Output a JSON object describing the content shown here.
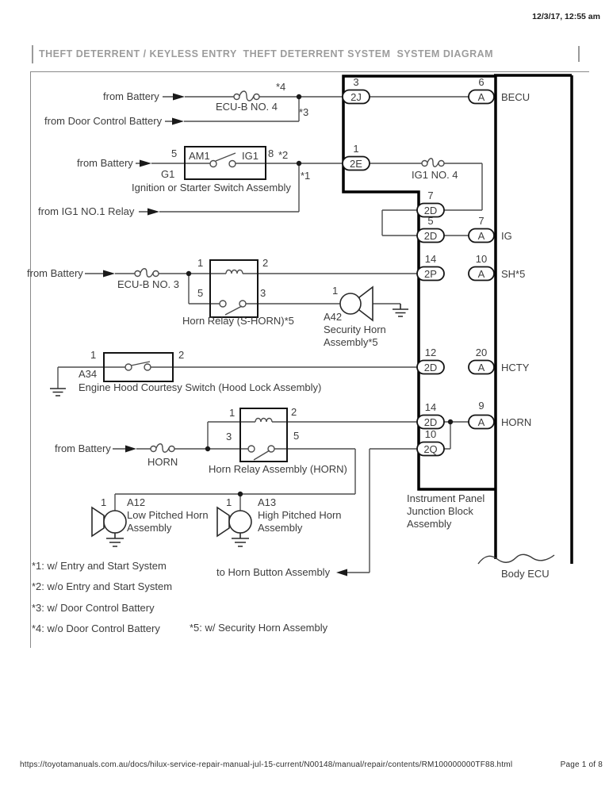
{
  "page": {
    "timestamp": "12/3/17, 12:55 am",
    "header_title": "THEFT DETERRENT / KEYLESS ENTRY  THEFT DETERRENT SYSTEM  SYSTEM DIAGRAM",
    "footer": {
      "url": "https://toyotamanuals.com.au/docs/hilux-service-repair-manual-jul-15-current/N00148/manual/repair/contents/RM100000000TF88.html",
      "page_number": "Page 1 of 8"
    }
  },
  "diagram": {
    "sources": {
      "battery_top": "from Battery",
      "door_control_battery": "from Door Control Battery",
      "battery_ignition": "from Battery",
      "ig1_no1_relay": "from IG1 NO.1 Relay",
      "battery_s_horn": "from Battery",
      "battery_horn": "from Battery"
    },
    "fuses": {
      "ecu_b_no4": "ECU-B NO. 4",
      "ig1_no4": "IG1 NO. 4",
      "ecu_b_no3": "ECU-B NO. 3",
      "horn": "HORN"
    },
    "star_notes": {
      "s1": "*1",
      "s2": "*2",
      "s3": "*3",
      "s4": "*4"
    },
    "ignition_switch": {
      "pin5": "5",
      "pin8": "8",
      "am1": "AM1",
      "ig1": "IG1",
      "g1": "G1",
      "caption": "Ignition or Starter Switch Assembly"
    },
    "s_horn_relay": {
      "pin1": "1",
      "pin2": "2",
      "pin5": "5",
      "pin3": "3",
      "caption": "Horn Relay (S-HORN)*5"
    },
    "security_horn": {
      "pin1": "1",
      "code": "A42",
      "name_line1": "Security Horn",
      "name_line2": "Assembly*5"
    },
    "hood_switch": {
      "pin1": "1",
      "pin2": "2",
      "code": "A34",
      "caption": "Engine Hood Courtesy Switch (Hood Lock Assembly)"
    },
    "horn_relay": {
      "pin1": "1",
      "pin2": "2",
      "pin3": "3",
      "pin5": "5",
      "caption": "Horn Relay Assembly (HORN)"
    },
    "low_horn": {
      "pin1": "1",
      "code": "A12",
      "name_line1": "Low Pitched Horn",
      "name_line2": "Assembly"
    },
    "high_horn": {
      "pin1": "1",
      "code": "A13",
      "name_line1": "High Pitched Horn",
      "name_line2": "Assembly"
    },
    "junction_block": {
      "caption_line1": "Instrument Panel",
      "caption_line2": "Junction Block",
      "caption_line3": "Assembly",
      "connectors": [
        {
          "pin": "3",
          "label": "2J"
        },
        {
          "pin": "1",
          "label": "2E"
        },
        {
          "pin": "7",
          "label": "2D"
        },
        {
          "pin": "5",
          "label": "2D"
        },
        {
          "pin": "14",
          "label": "2P"
        },
        {
          "pin": "12",
          "label": "2D"
        },
        {
          "pin": "14",
          "label": "2D"
        },
        {
          "pin": "10",
          "label": "2Q"
        }
      ]
    },
    "body_ecu": {
      "label": "Body ECU",
      "pins": [
        {
          "pin": "6",
          "label": "A",
          "signal": "BECU"
        },
        {
          "pin": "7",
          "label": "A",
          "signal": "IG"
        },
        {
          "pin": "10",
          "label": "A",
          "signal": "SH*5"
        },
        {
          "pin": "20",
          "label": "A",
          "signal": "HCTY"
        },
        {
          "pin": "9",
          "label": "A",
          "signal": "HORN"
        }
      ]
    },
    "to_horn_button": "to Horn Button Assembly",
    "footnotes": [
      "*1: w/ Entry and Start System",
      "*2: w/o Entry and Start System",
      "*3: w/ Door Control Battery",
      "*4: w/o Door Control Battery",
      "*5: w/ Security Horn Assembly"
    ]
  }
}
